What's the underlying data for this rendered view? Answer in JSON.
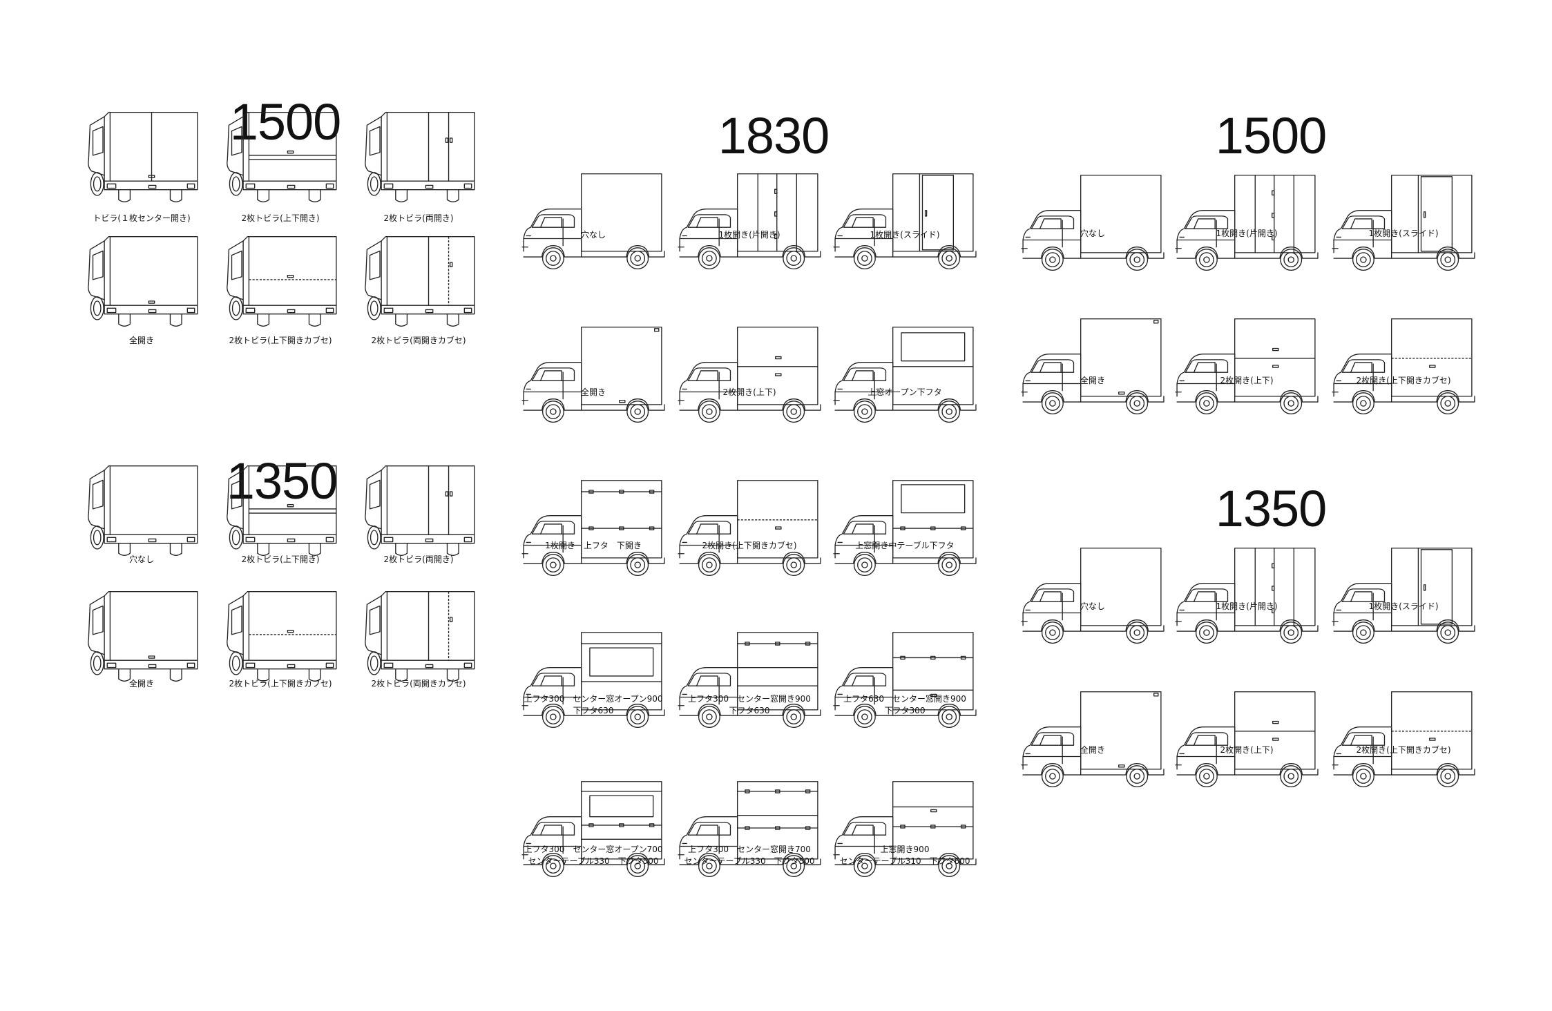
{
  "sections": [
    {
      "title": "1500",
      "view": "rear",
      "items": [
        {
          "caption": [
            "トビラ(１枚センター開き)"
          ],
          "variant": "center-door"
        },
        {
          "caption": [
            "2枚トビラ(上下開き)"
          ],
          "variant": "updown"
        },
        {
          "caption": [
            "2枚トビラ(両開き)"
          ],
          "variant": "double"
        },
        {
          "caption": [
            "全開き"
          ],
          "variant": "full"
        },
        {
          "caption": [
            "2枚トビラ(上下開きカブセ)"
          ],
          "variant": "updown-cover"
        },
        {
          "caption": [
            "2枚トビラ(両開きカブセ)"
          ],
          "variant": "double-cover"
        }
      ]
    },
    {
      "title": "1350",
      "view": "rear",
      "items": [
        {
          "caption": [
            "穴なし"
          ],
          "variant": "plain"
        },
        {
          "caption": [
            "2枚トビラ(上下開き)"
          ],
          "variant": "updown"
        },
        {
          "caption": [
            "2枚トビラ(両開き)"
          ],
          "variant": "double"
        },
        {
          "caption": [
            "全開き"
          ],
          "variant": "full"
        },
        {
          "caption": [
            "2枚トビラ(上下開きカブセ)"
          ],
          "variant": "updown-cover"
        },
        {
          "caption": [
            "2枚トビラ(両開きカブセ)"
          ],
          "variant": "double-cover"
        }
      ]
    },
    {
      "title": "1830",
      "view": "side",
      "items": [
        {
          "caption": [
            "穴なし"
          ],
          "variant": "plain"
        },
        {
          "caption": [
            "1枚開き(片開き)"
          ],
          "variant": "swing"
        },
        {
          "caption": [
            "1枚開き(スライド)"
          ],
          "variant": "slide"
        },
        {
          "caption": [
            "全開き"
          ],
          "variant": "full"
        },
        {
          "caption": [
            "2枚開き(上下)"
          ],
          "variant": "split"
        },
        {
          "caption": [
            "上窓オープン下フタ"
          ],
          "variant": "window"
        },
        {
          "caption": [
            "1枚開き　上フタ　下開き"
          ],
          "variant": "lid-hinge"
        },
        {
          "caption": [
            "2枚開き(上下開きカブセ)"
          ],
          "variant": "split-cover"
        },
        {
          "caption": [
            "上窓開き中テーブル下フタ"
          ],
          "variant": "window-hinge"
        },
        {
          "caption": [
            "上フタ300　センター窓オープン900",
            "下フタ630"
          ],
          "variant": "window-mid"
        },
        {
          "caption": [
            "上フタ300　センター窓開き900",
            "下フタ630"
          ],
          "variant": "lid-hinge2"
        },
        {
          "caption": [
            "上フタ630　センター窓開き900",
            "下フタ300"
          ],
          "variant": "lid-low"
        },
        {
          "caption": [
            "上フタ300　センター窓オープン700",
            "センターテーブル330　下フタ500"
          ],
          "variant": "window-table"
        },
        {
          "caption": [
            "上フタ300　センター窓開き700",
            "センターテーブル330　下フタ500"
          ],
          "variant": "lid-table"
        },
        {
          "caption": [
            "上窓開き900",
            "センターテーブル310　下フタ600"
          ],
          "variant": "lid-table-low"
        }
      ]
    },
    {
      "title": "1500",
      "view": "side",
      "items": [
        {
          "caption": [
            "穴なし"
          ],
          "variant": "plain"
        },
        {
          "caption": [
            "1枚開き(片開き)"
          ],
          "variant": "swing"
        },
        {
          "caption": [
            "1枚開き(スライド)"
          ],
          "variant": "slide"
        },
        {
          "caption": [
            "全開き"
          ],
          "variant": "full"
        },
        {
          "caption": [
            "2枚開き(上下)"
          ],
          "variant": "split"
        },
        {
          "caption": [
            "2枚開き(上下開きカブセ)"
          ],
          "variant": "split-cover"
        }
      ]
    },
    {
      "title": "1350",
      "view": "side",
      "items": [
        {
          "caption": [
            "穴なし"
          ],
          "variant": "plain"
        },
        {
          "caption": [
            "1枚開き(片開き)"
          ],
          "variant": "swing"
        },
        {
          "caption": [
            "1枚開き(スライド)"
          ],
          "variant": "slide"
        },
        {
          "caption": [
            "全開き"
          ],
          "variant": "full"
        },
        {
          "caption": [
            "2枚開き(上下)"
          ],
          "variant": "split"
        },
        {
          "caption": [
            "2枚開き(上下開きカブセ)"
          ],
          "variant": "split-cover"
        }
      ]
    }
  ]
}
